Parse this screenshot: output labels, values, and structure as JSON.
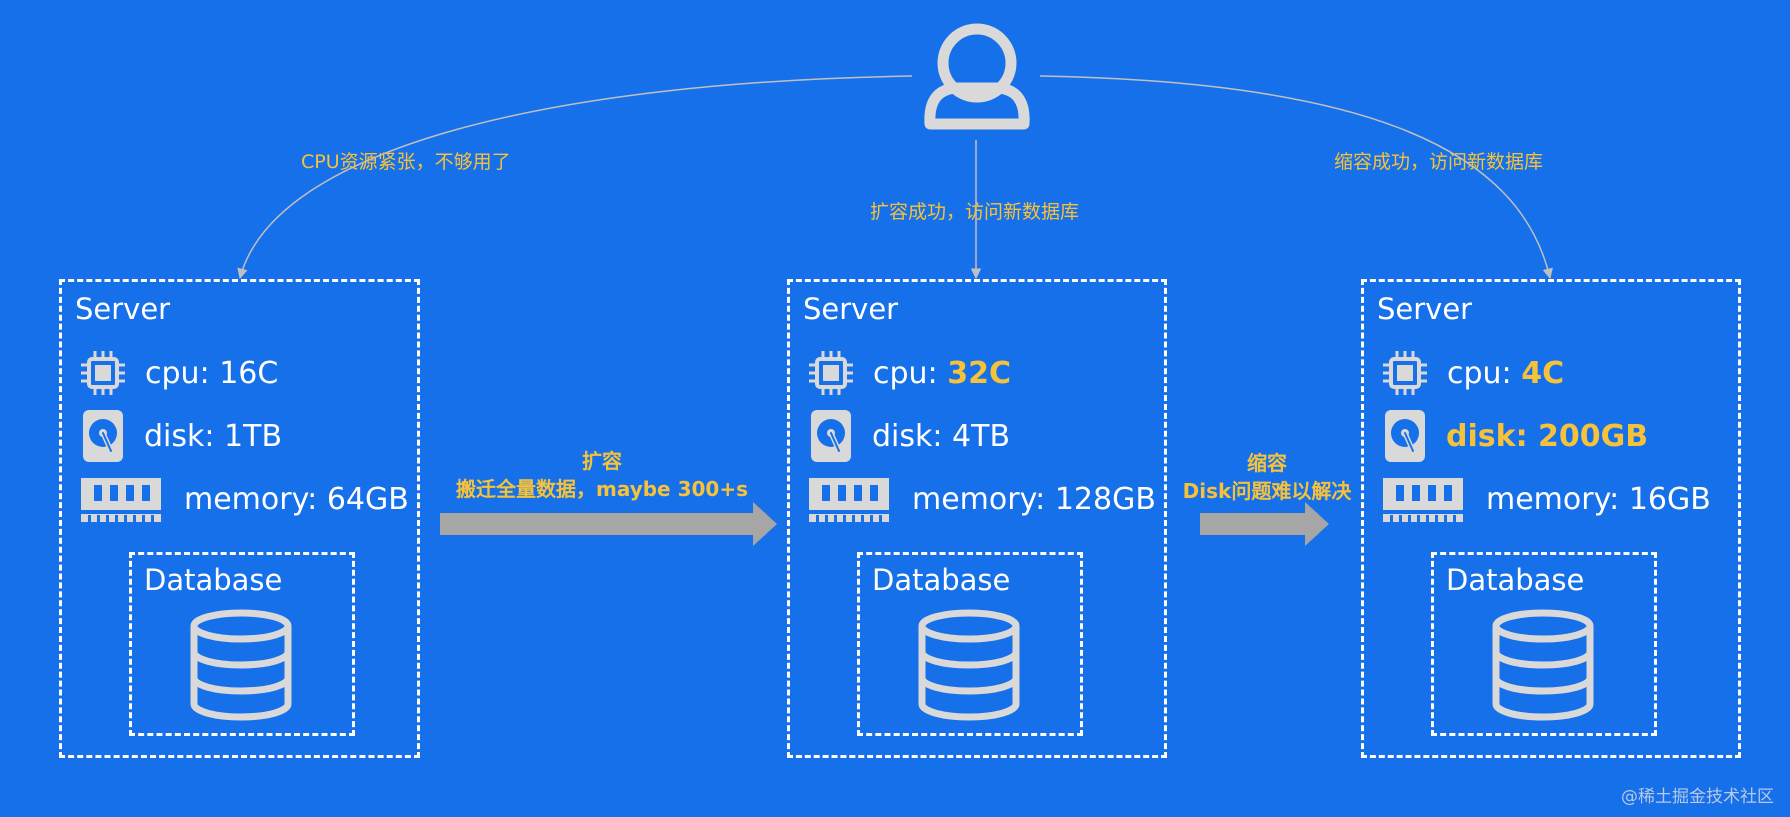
{
  "edges": {
    "left_label": "CPU资源紧张，不够用了",
    "middle_label": "扩容成功，访问新数据库",
    "right_label": "缩容成功，访问新数据库"
  },
  "servers": [
    {
      "title": "Server",
      "cpu": {
        "label": "cpu: ",
        "value": "16C",
        "highlight": false
      },
      "disk": {
        "label": "disk: ",
        "value": "1TB",
        "highlight": false
      },
      "memory": {
        "label": "memory: ",
        "value": "64GB",
        "highlight": false
      },
      "database": "Database"
    },
    {
      "title": "Server",
      "cpu": {
        "label": "cpu: ",
        "value": "32C",
        "highlight": true
      },
      "disk": {
        "label": "disk: ",
        "value": "4TB",
        "highlight": false
      },
      "memory": {
        "label": "memory: ",
        "value": "128GB",
        "highlight": false
      },
      "database": "Database"
    },
    {
      "title": "Server",
      "cpu": {
        "label": "cpu: ",
        "value": "4C",
        "highlight": true
      },
      "disk": {
        "label": "disk: ",
        "value": "200GB",
        "highlight": true
      },
      "memory": {
        "label": "memory: ",
        "value": "16GB",
        "highlight": false
      },
      "database": "Database"
    }
  ],
  "transitions": [
    {
      "line1": "扩容",
      "line2": "搬迁全量数据，maybe 300+s"
    },
    {
      "line1": "缩容",
      "line2": "Disk问题难以解决"
    }
  ],
  "watermark": "@稀土掘金技术社区",
  "colors": {
    "background": "#1670ea",
    "highlight": "#f6c23a",
    "icon": "#d9d9d9",
    "arrow": "#a6a6a6",
    "connector": "#c0c0c0"
  },
  "icons": [
    "user-icon",
    "cpu-chip-icon",
    "hard-disk-icon",
    "memory-module-icon",
    "database-icon"
  ]
}
